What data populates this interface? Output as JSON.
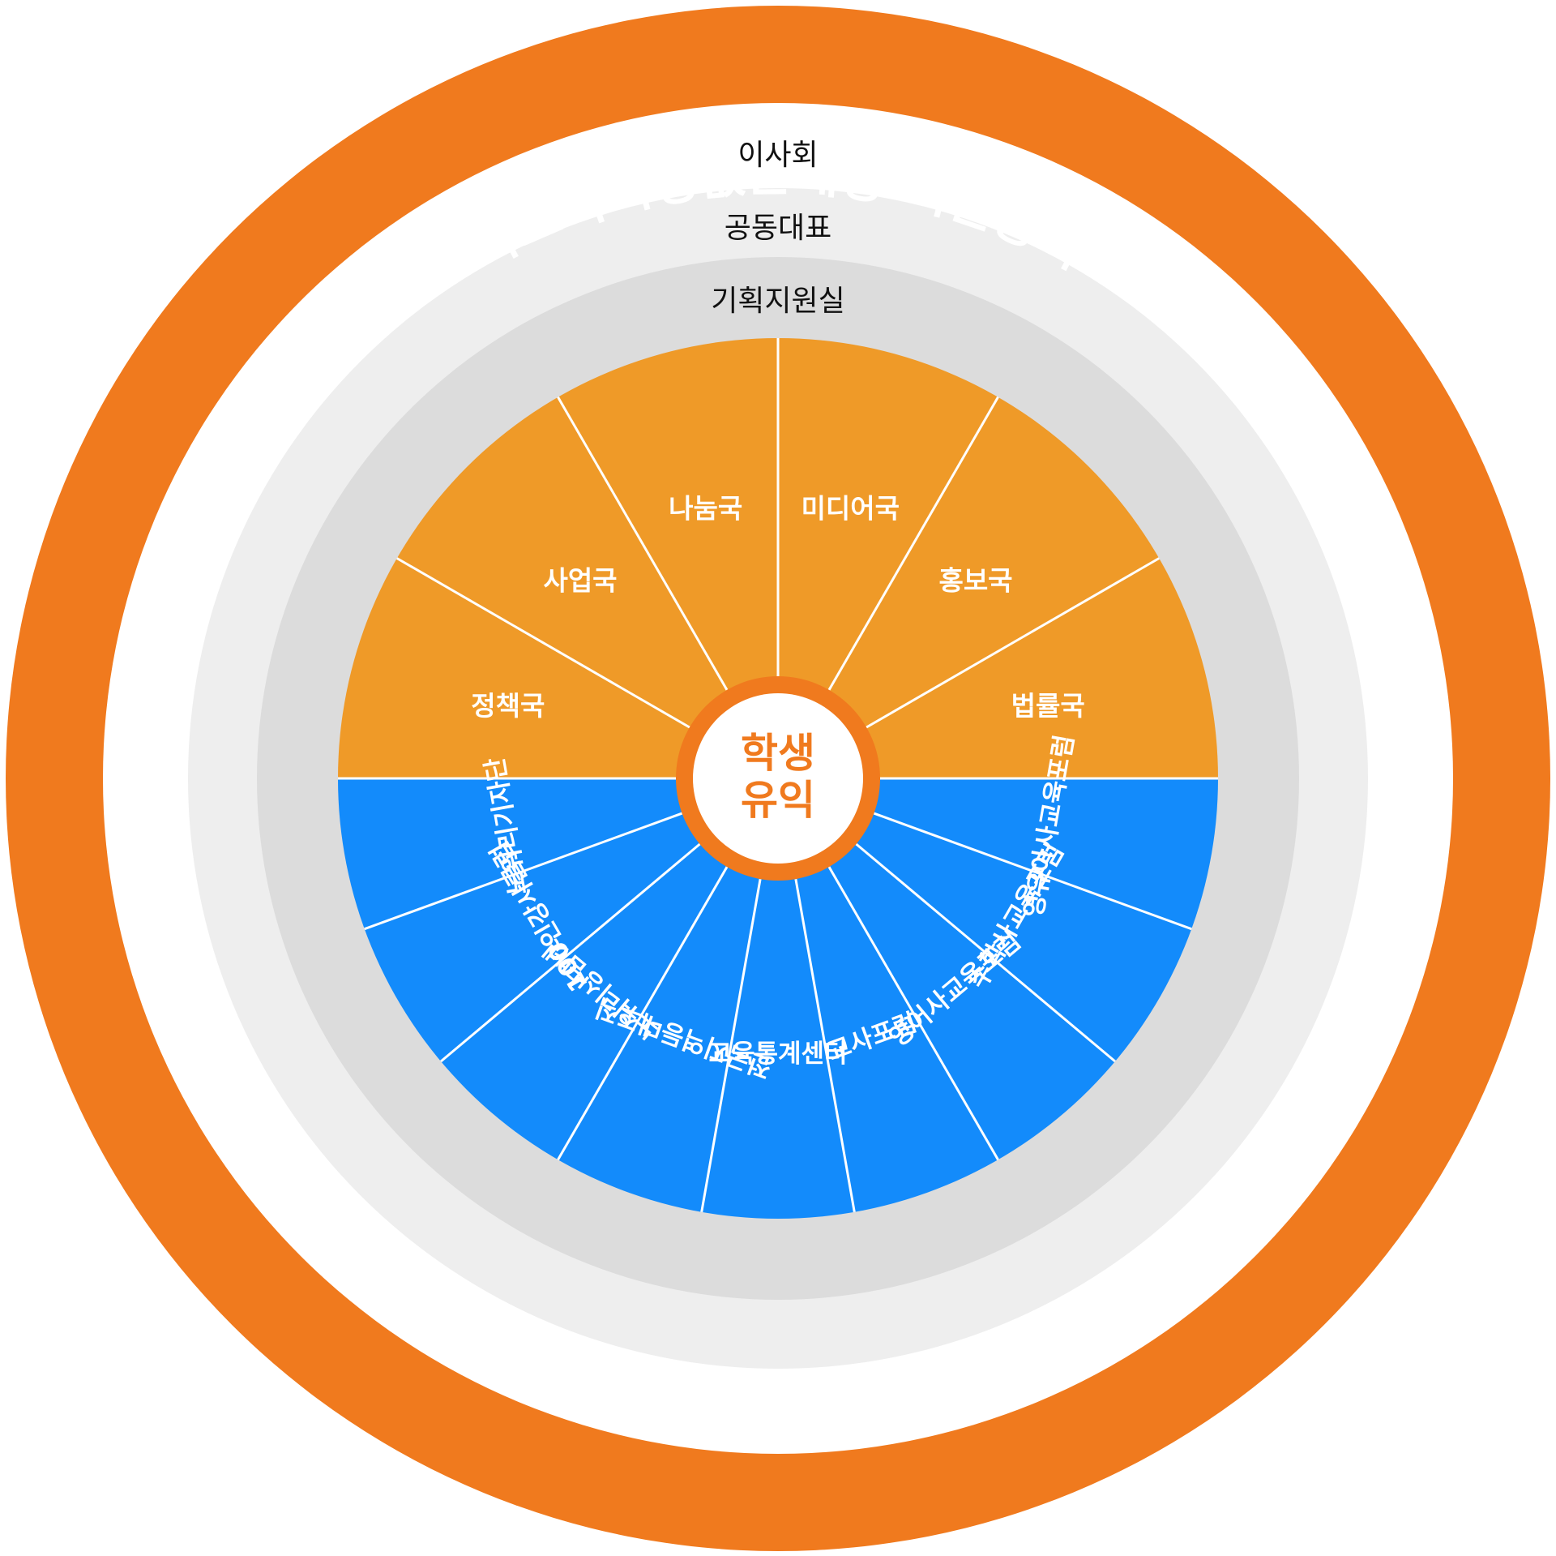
{
  "assembly": {
    "title": "사교육걱정없는세상 회원총회"
  },
  "layers": {
    "board": "이사회",
    "co_representatives": "공동대표",
    "planning_support": "기획지원실"
  },
  "center": {
    "line1": "학생",
    "line2": "유익"
  },
  "departments": [
    "정책국",
    "사업국",
    "나눔국",
    "미디어국",
    "홍보국",
    "법률국"
  ],
  "groups": [
    "영유아사교육포럼",
    "수학사교육포럼",
    "영어사교육포럼",
    "교사포럼",
    "교육통계센터",
    "전국지역등대조직",
    "노워리상담넷",
    "100인강사클럽",
    "노워리기자단"
  ],
  "colors": {
    "assembly_ring": "#f07a1e",
    "board_ring": "#ffffff",
    "co_rep_ring": "#eeeeee",
    "planning_ring": "#dcdcdc",
    "departments_fill": "#ef9a28",
    "groups_fill": "#138bfb",
    "center_ring": "#f07a1e",
    "center_fill": "#ffffff"
  }
}
